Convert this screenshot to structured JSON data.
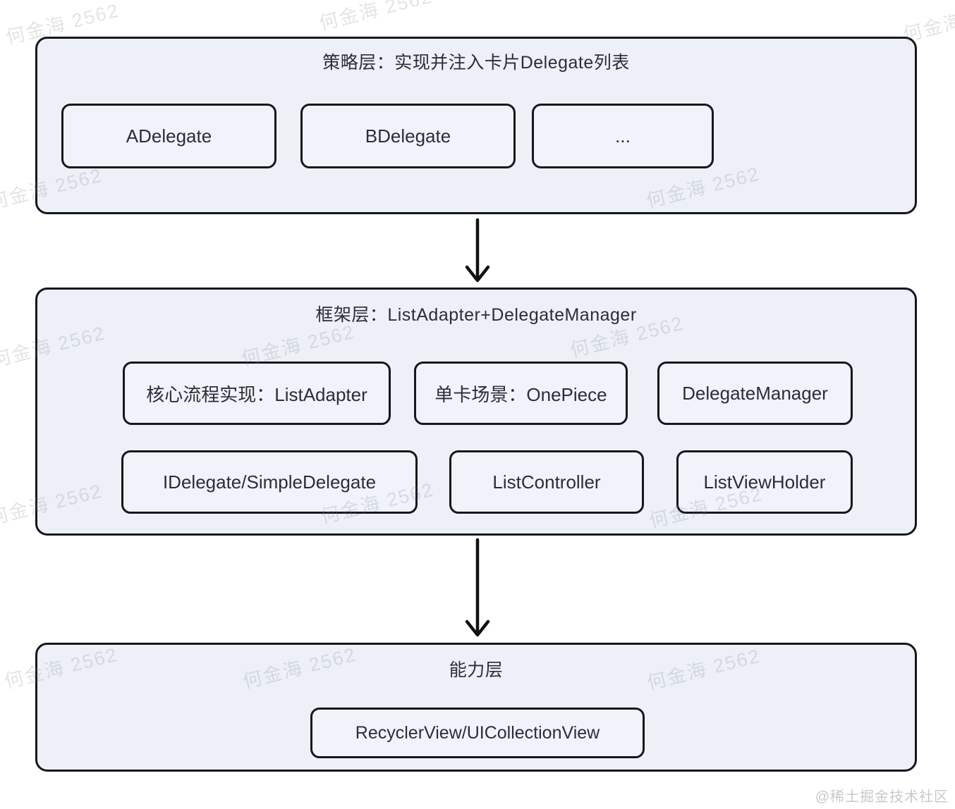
{
  "watermark": {
    "text": "何金海 2562"
  },
  "credit": {
    "text": "@稀土掘金技术社区"
  },
  "colors": {
    "background": "#ffffff",
    "layer_fill": "#edf0f7",
    "node_fill": "#f0f3f9",
    "border": "#15171c",
    "text": "#2b2e35",
    "watermark": "#d6d9e0",
    "credit": "#c9c9c9"
  },
  "diagram": {
    "type": "layered-architecture-flow",
    "layers": [
      {
        "id": "strategy",
        "title": "策略层：实现并注入卡片Delegate列表",
        "boxes": [
          {
            "label": "ADelegate"
          },
          {
            "label": "BDelegate"
          },
          {
            "label": "..."
          }
        ]
      },
      {
        "id": "framework",
        "title": "框架层：ListAdapter+DelegateManager",
        "boxes": [
          {
            "label": "核心流程实现：ListAdapter"
          },
          {
            "label": "单卡场景：OnePiece"
          },
          {
            "label": "DelegateManager"
          },
          {
            "label": "IDelegate/SimpleDelegate"
          },
          {
            "label": "ListController"
          },
          {
            "label": "ListViewHolder"
          }
        ]
      },
      {
        "id": "capability",
        "title": "能力层",
        "boxes": [
          {
            "label": "RecyclerView/UICollectionView"
          }
        ]
      }
    ],
    "connections": [
      {
        "from": "策略层",
        "to": "框架层",
        "type": "arrow-down"
      },
      {
        "from": "框架层",
        "to": "能力层",
        "type": "arrow-down"
      }
    ]
  }
}
